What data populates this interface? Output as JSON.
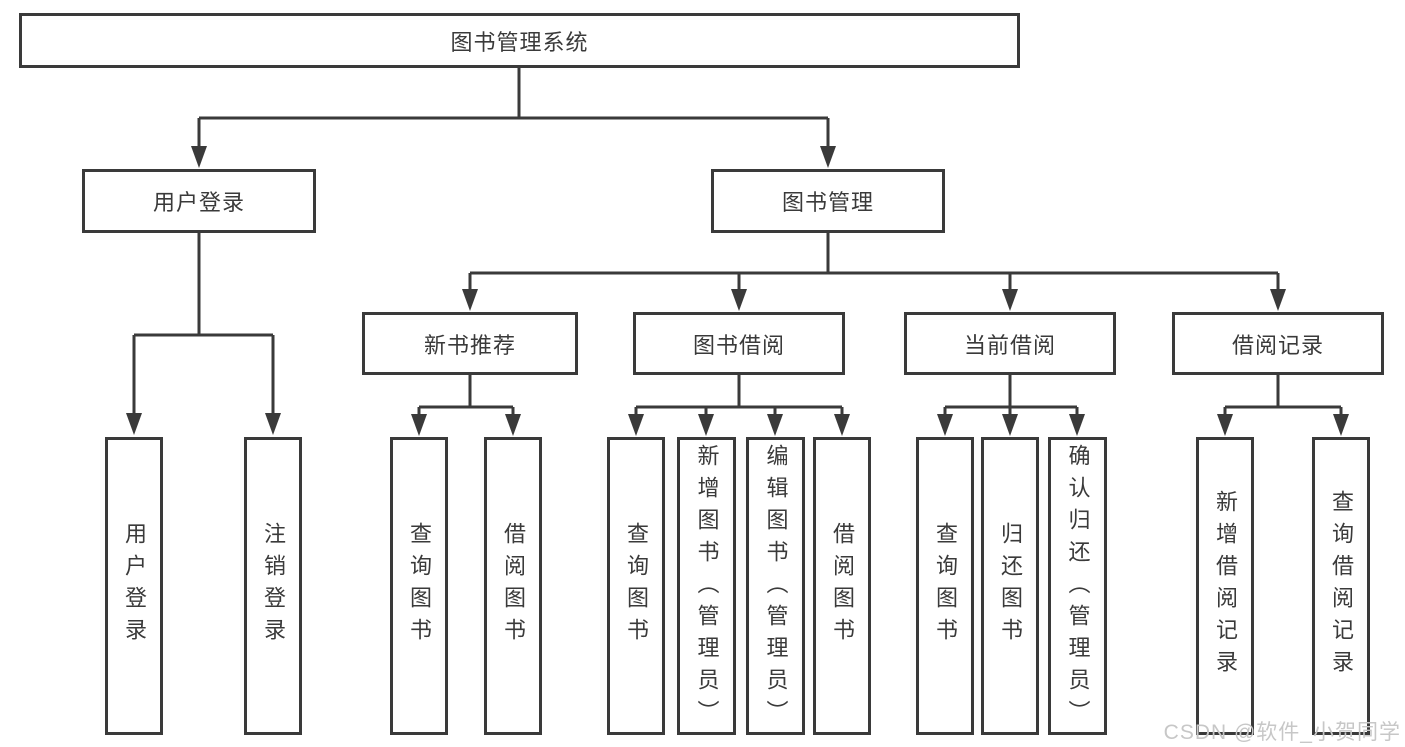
{
  "root": {
    "label": "图书管理系统"
  },
  "branches": [
    {
      "label": "用户登录",
      "children": [
        {
          "label": "用户登录"
        },
        {
          "label": "注销登录"
        }
      ]
    },
    {
      "label": "图书管理",
      "children": [
        {
          "label": "新书推荐",
          "children": [
            {
              "label": "查询图书"
            },
            {
              "label": "借阅图书"
            }
          ]
        },
        {
          "label": "图书借阅",
          "children": [
            {
              "label": "查询图书"
            },
            {
              "label": "新增图书（管理员）"
            },
            {
              "label": "编辑图书（管理员）"
            },
            {
              "label": "借阅图书"
            }
          ]
        },
        {
          "label": "当前借阅",
          "children": [
            {
              "label": "查询图书"
            },
            {
              "label": "归还图书"
            },
            {
              "label": "确认归还（管理员）"
            }
          ]
        },
        {
          "label": "借阅记录",
          "children": [
            {
              "label": "新增借阅记录"
            },
            {
              "label": "查询借阅记录"
            }
          ]
        }
      ]
    }
  ],
  "watermark": {
    "text": "CSDN @软件_小贺同学"
  },
  "colors": {
    "line": "#3a3a3a",
    "box_background": "#ffffff",
    "text": "#3a3a3a",
    "watermark": "#c7c7c7"
  }
}
